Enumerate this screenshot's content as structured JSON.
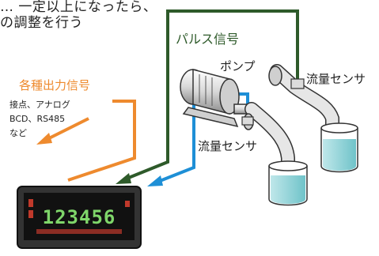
{
  "header": {
    "line1": "… 一定以上になったら、",
    "line2": "の調整を行う"
  },
  "labels": {
    "pulse_signal": "パルス信号",
    "pump": "ポンプ",
    "flow_sensor_top": "流量センサ",
    "flow_sensor_bottom": "流量センサ",
    "outputs_title": "各種出力信号",
    "outputs_line1": "接点、アナログ",
    "outputs_line2": "BCD、RS485",
    "outputs_line3": "など"
  },
  "display": {
    "digits": "123456"
  },
  "colors": {
    "pulse": "#2e5a2a",
    "blue": "#1e8fd6",
    "orange": "#ee8a2e",
    "water": "#8fd2d6"
  }
}
